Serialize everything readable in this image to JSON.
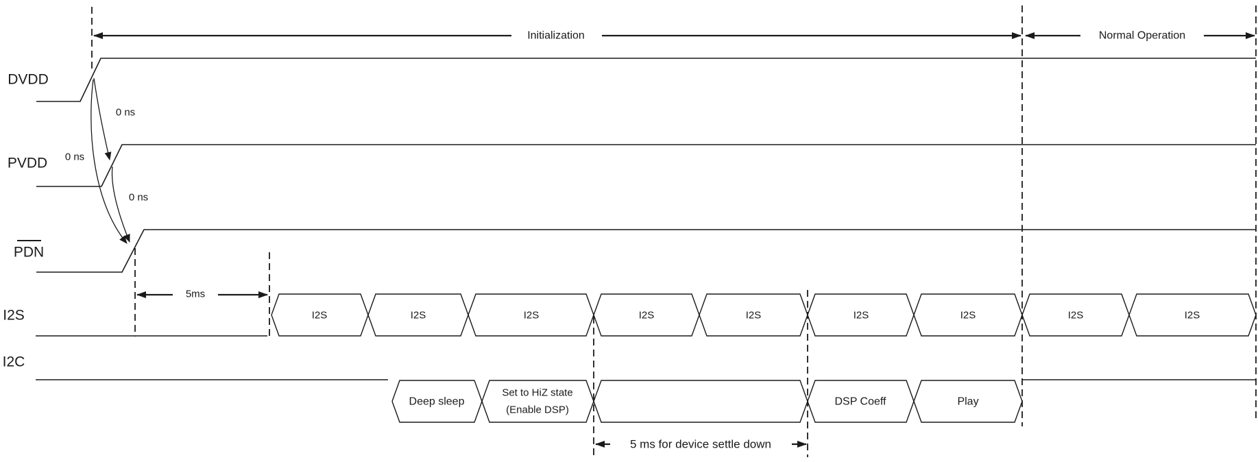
{
  "colors": {
    "ink": "#1a1a1a",
    "background": "#ffffff"
  },
  "regions": {
    "initialization": "Initialization",
    "normal_operation": "Normal Operation"
  },
  "signals": {
    "dvdd": "DVDD",
    "pvdd": "PVDD",
    "pdn": "PDN",
    "i2s": "I2S",
    "i2c": "I2C"
  },
  "timing_annotations": {
    "dvdd_to_pvdd": "0 ns",
    "dvdd_to_pdn": "0 ns",
    "pvdd_to_pdn": "0 ns",
    "pdn_to_i2s": "5ms",
    "device_settle": "5 ms for device settle down"
  },
  "i2s_frames": [
    "I2S",
    "I2S",
    "I2S",
    "I2S",
    "I2S",
    "I2S",
    "I2S",
    "I2S",
    "I2S"
  ],
  "i2c_transactions": {
    "deep_sleep": "Deep sleep",
    "set_hiz_line1": "Set to HiZ state",
    "set_hiz_line2": "(Enable DSP)",
    "dsp_coeff": "DSP Coeff",
    "play": "Play"
  }
}
